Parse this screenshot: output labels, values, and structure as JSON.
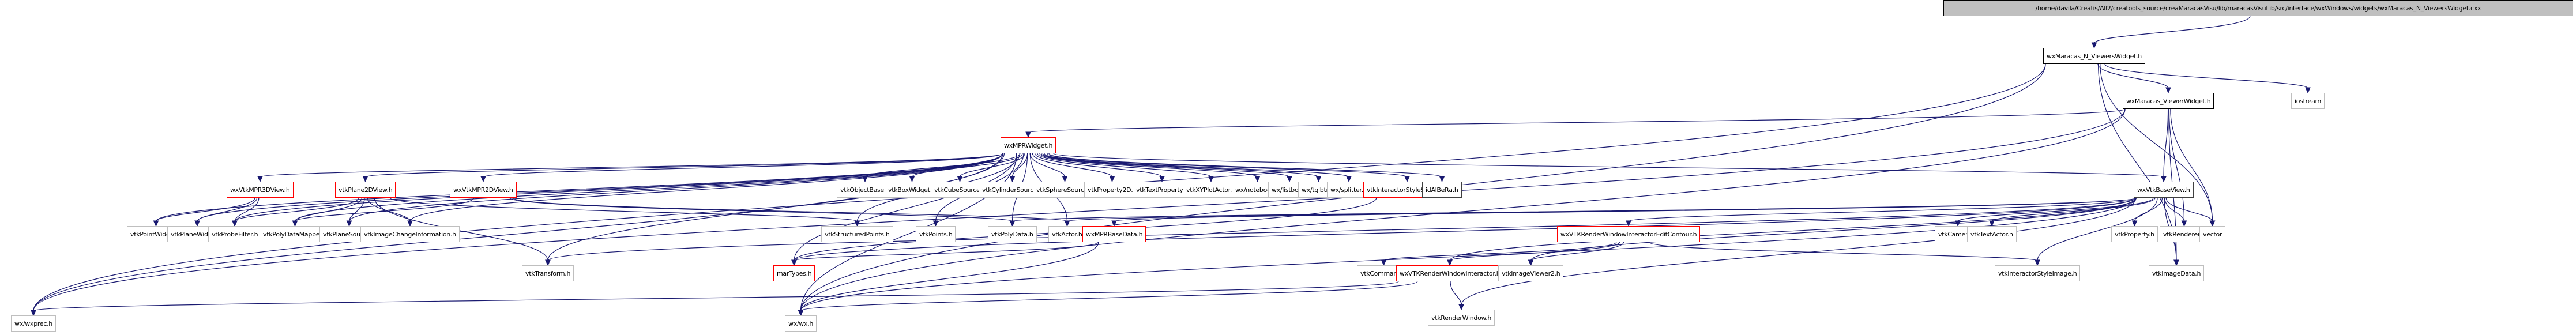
{
  "graph": {
    "title": "Include dependency graph for wxMaracas_N_ViewersWidget.cxx",
    "edge_color": "#191970",
    "nodes": [
      {
        "id": "root",
        "label": "/home/davila/Creatis/All2/creatools_source/creaMaracasVisu/lib/maracasVisuLib/src/interface/wxWindows/widgets/wxMaracas_N_ViewersWidget.cxx",
        "style": "root"
      },
      {
        "id": "nviewers",
        "label": "wxMaracas_N_ViewersWidget.h",
        "style": "internal"
      },
      {
        "id": "iostream",
        "label": "iostream",
        "style": "gray"
      },
      {
        "id": "viewer",
        "label": "wxMaracas_ViewerWidget.h",
        "style": "internal"
      },
      {
        "id": "mprwidget",
        "label": "wxMPRWidget.h",
        "style": "red"
      },
      {
        "id": "mpr3d",
        "label": "wxVtkMPR3DView.h",
        "style": "red"
      },
      {
        "id": "plane2d",
        "label": "vtkPlane2DView.h",
        "style": "red"
      },
      {
        "id": "mpr2d",
        "label": "wxVtkMPR2DView.h",
        "style": "red"
      },
      {
        "id": "objbase",
        "label": "vtkObjectBase.h",
        "style": "gray"
      },
      {
        "id": "boxwidget",
        "label": "vtkBoxWidget.h",
        "style": "gray"
      },
      {
        "id": "cube",
        "label": "vtkCubeSource.h",
        "style": "gray"
      },
      {
        "id": "cylinder",
        "label": "vtkCylinderSource.h",
        "style": "gray"
      },
      {
        "id": "sphere",
        "label": "vtkSphereSource.h",
        "style": "gray"
      },
      {
        "id": "prop2d",
        "label": "vtkProperty2D.h",
        "style": "gray"
      },
      {
        "id": "textprop",
        "label": "vtkTextProperty.h",
        "style": "gray"
      },
      {
        "id": "xyplot",
        "label": "vtkXYPlotActor.h",
        "style": "gray"
      },
      {
        "id": "notebook",
        "label": "wx/notebook.h",
        "style": "gray"
      },
      {
        "id": "listbox",
        "label": "wx/listbox.h",
        "style": "gray"
      },
      {
        "id": "tglbtn",
        "label": "wx/tglbtn.h",
        "style": "gray"
      },
      {
        "id": "splitter",
        "label": "wx/splitter.h",
        "style": "gray"
      },
      {
        "id": "issphere",
        "label": "vtkInteractorStyleSphere.h",
        "style": "red"
      },
      {
        "id": "idalbera",
        "label": "idAlBeRa.h",
        "style": "dark"
      },
      {
        "id": "baseview",
        "label": "wxVtkBaseView.h",
        "style": "dark"
      },
      {
        "id": "pointwidget",
        "label": "vtkPointWidget.h",
        "style": "gray"
      },
      {
        "id": "planewidget",
        "label": "vtkPlaneWidget.h",
        "style": "gray"
      },
      {
        "id": "probe",
        "label": "vtkProbeFilter.h",
        "style": "gray"
      },
      {
        "id": "pdmapper",
        "label": "vtkPolyDataMapper.h",
        "style": "gray"
      },
      {
        "id": "planesrc",
        "label": "vtkPlaneSource.h",
        "style": "gray"
      },
      {
        "id": "imgchange",
        "label": "vtkImageChangeInformation.h",
        "style": "gray"
      },
      {
        "id": "structpts",
        "label": "vtkStructuredPoints.h",
        "style": "gray"
      },
      {
        "id": "points",
        "label": "vtkPoints.h",
        "style": "gray"
      },
      {
        "id": "polydata",
        "label": "vtkPolyData.h",
        "style": "gray"
      },
      {
        "id": "actor",
        "label": "vtkActor.h",
        "style": "gray"
      },
      {
        "id": "mprbase",
        "label": "wxMPRBaseData.h",
        "style": "red"
      },
      {
        "id": "editcontour",
        "label": "wxVTKRenderWindowInteractorEditContour.h",
        "style": "red"
      },
      {
        "id": "camera",
        "label": "vtkCamera.h",
        "style": "gray"
      },
      {
        "id": "textactor",
        "label": "vtkTextActor.h",
        "style": "gray"
      },
      {
        "id": "property",
        "label": "vtkProperty.h",
        "style": "gray"
      },
      {
        "id": "renderer",
        "label": "vtkRenderer.h",
        "style": "gray"
      },
      {
        "id": "vector",
        "label": "vector",
        "style": "gray"
      },
      {
        "id": "transform",
        "label": "vtkTransform.h",
        "style": "gray"
      },
      {
        "id": "martypes",
        "label": "marTypes.h",
        "style": "red"
      },
      {
        "id": "command",
        "label": "vtkCommand.h",
        "style": "gray"
      },
      {
        "id": "rwi",
        "label": "wxVTKRenderWindowInteractor.h",
        "style": "red"
      },
      {
        "id": "imgviewer2",
        "label": "vtkImageViewer2.h",
        "style": "gray"
      },
      {
        "id": "isimage",
        "label": "vtkInteractorStyleImage.h",
        "style": "gray"
      },
      {
        "id": "imagedata",
        "label": "vtkImageData.h",
        "style": "gray"
      },
      {
        "id": "wxprec",
        "label": "wx/wxprec.h",
        "style": "gray"
      },
      {
        "id": "wxwx",
        "label": "wx/wx.h",
        "style": "gray"
      },
      {
        "id": "renderwindow",
        "label": "vtkRenderWindow.h",
        "style": "gray"
      }
    ],
    "edges": [
      [
        "root",
        "nviewers"
      ],
      [
        "nviewers",
        "viewer"
      ],
      [
        "nviewers",
        "iostream"
      ],
      [
        "nviewers",
        "wxprec"
      ],
      [
        "nviewers",
        "wxwx"
      ],
      [
        "nviewers",
        "vector"
      ],
      [
        "nviewers",
        "imagedata"
      ],
      [
        "viewer",
        "mprwidget"
      ],
      [
        "viewer",
        "baseview"
      ],
      [
        "viewer",
        "renderer"
      ],
      [
        "viewer",
        "vector"
      ],
      [
        "viewer",
        "imagedata"
      ],
      [
        "viewer",
        "wxprec"
      ],
      [
        "viewer",
        "wxwx"
      ],
      [
        "mprwidget",
        "mpr3d"
      ],
      [
        "mprwidget",
        "plane2d"
      ],
      [
        "mprwidget",
        "mpr2d"
      ],
      [
        "mprwidget",
        "objbase"
      ],
      [
        "mprwidget",
        "boxwidget"
      ],
      [
        "mprwidget",
        "cube"
      ],
      [
        "mprwidget",
        "cylinder"
      ],
      [
        "mprwidget",
        "sphere"
      ],
      [
        "mprwidget",
        "prop2d"
      ],
      [
        "mprwidget",
        "textprop"
      ],
      [
        "mprwidget",
        "xyplot"
      ],
      [
        "mprwidget",
        "notebook"
      ],
      [
        "mprwidget",
        "listbox"
      ],
      [
        "mprwidget",
        "tglbtn"
      ],
      [
        "mprwidget",
        "splitter"
      ],
      [
        "mprwidget",
        "issphere"
      ],
      [
        "mprwidget",
        "idalbera"
      ],
      [
        "mprwidget",
        "baseview"
      ],
      [
        "mprwidget",
        "pointwidget"
      ],
      [
        "mprwidget",
        "planewidget"
      ],
      [
        "mprwidget",
        "probe"
      ],
      [
        "mprwidget",
        "pdmapper"
      ],
      [
        "mprwidget",
        "planesrc"
      ],
      [
        "mprwidget",
        "imgchange"
      ],
      [
        "mprwidget",
        "structpts"
      ],
      [
        "mprwidget",
        "points"
      ],
      [
        "mprwidget",
        "polydata"
      ],
      [
        "mprwidget",
        "actor"
      ],
      [
        "mprwidget",
        "transform"
      ],
      [
        "mprwidget",
        "martypes"
      ],
      [
        "mprwidget",
        "wxwx"
      ],
      [
        "mprwidget",
        "wxprec"
      ],
      [
        "mpr3d",
        "planewidget"
      ],
      [
        "mpr3d",
        "probe"
      ],
      [
        "mpr3d",
        "pointwidget"
      ],
      [
        "plane2d",
        "probe"
      ],
      [
        "plane2d",
        "pdmapper"
      ],
      [
        "plane2d",
        "planesrc"
      ],
      [
        "plane2d",
        "imgchange"
      ],
      [
        "plane2d",
        "structpts"
      ],
      [
        "plane2d",
        "transform"
      ],
      [
        "mpr2d",
        "pdmapper"
      ],
      [
        "mpr2d",
        "actor"
      ],
      [
        "mpr2d",
        "polydata"
      ],
      [
        "baseview",
        "mprbase"
      ],
      [
        "baseview",
        "editcontour"
      ],
      [
        "baseview",
        "camera"
      ],
      [
        "baseview",
        "textactor"
      ],
      [
        "baseview",
        "property"
      ],
      [
        "baseview",
        "renderer"
      ],
      [
        "baseview",
        "vector"
      ],
      [
        "baseview",
        "actor"
      ],
      [
        "baseview",
        "polydata"
      ],
      [
        "baseview",
        "isimage"
      ],
      [
        "baseview",
        "imgviewer2"
      ],
      [
        "baseview",
        "rwi"
      ],
      [
        "baseview",
        "renderwindow"
      ],
      [
        "baseview",
        "imagedata"
      ],
      [
        "baseview",
        "transform"
      ],
      [
        "baseview",
        "martypes"
      ],
      [
        "baseview",
        "wxwx"
      ],
      [
        "mprbase",
        "martypes"
      ],
      [
        "mprbase",
        "wxwx"
      ],
      [
        "editcontour",
        "rwi"
      ],
      [
        "editcontour",
        "command"
      ],
      [
        "editcontour",
        "imgviewer2"
      ],
      [
        "editcontour",
        "isimage"
      ],
      [
        "rwi",
        "renderwindow"
      ],
      [
        "rwi",
        "wxwx"
      ],
      [
        "rwi",
        "wxprec"
      ],
      [
        "issphere",
        "martypes"
      ]
    ]
  }
}
